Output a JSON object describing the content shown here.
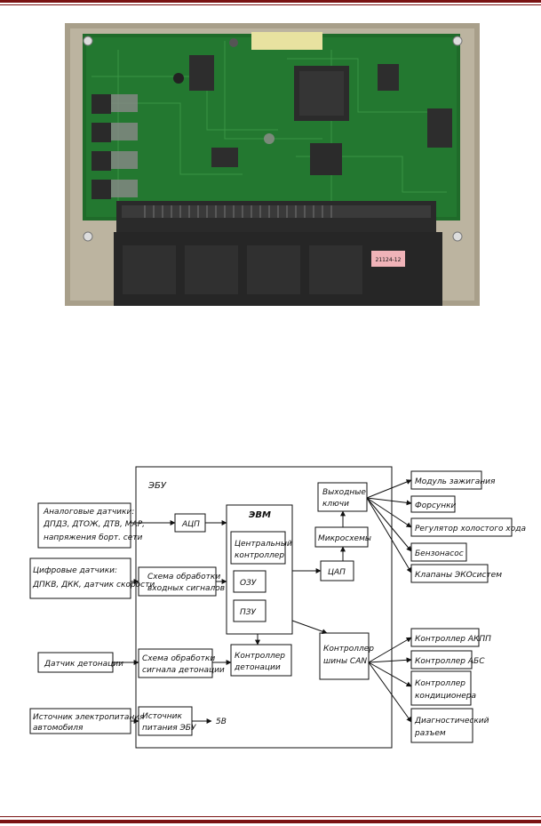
{
  "photo": {
    "label_sticker": "21124-12"
  },
  "diagram": {
    "ecu_title": "ЭБУ",
    "evm_title": "ЭВМ",
    "inputs": {
      "analog_line1": "Аналоговые датчики:",
      "analog_line2": "ДПДЗ, ДТОЖ, ДТВ, МАР,",
      "analog_line3": "напряжения борт. сети",
      "digital_line1": "Цифровые датчики:",
      "digital_line2": "ДПКВ, ДКК, датчик скорости",
      "knock_sensor": "Датчик детонации",
      "power_line1": "Источник электропитания",
      "power_line2": "автомобиля"
    },
    "blocks": {
      "adc": "АЦП",
      "input_proc_line1": "Схема обработки",
      "input_proc_line2": "входных сигналов",
      "knock_proc_line1": "Схема обработки",
      "knock_proc_line2": "сигнала детонации",
      "ecu_power_line1": "Источник",
      "ecu_power_line2": "питания ЭБУ",
      "voltage_5v": "5В",
      "cpu_line1": "Центральный",
      "cpu_line2": "контроллер",
      "ram": "ОЗУ",
      "rom": "ПЗУ",
      "knock_ctrl_line1": "Контроллер",
      "knock_ctrl_line2": "детонации",
      "output_keys_line1": "Выходные",
      "output_keys_line2": "ключи",
      "chips": "Микросхемы",
      "dac": "ЦАП",
      "can_line1": "Контроллер",
      "can_line2": "шины CAN"
    },
    "outputs_top": [
      "Модуль зажигания",
      "Форсунки",
      "Регулятор холостого хода",
      "Бензонасос",
      "Клапаны ЭКОсистем"
    ],
    "outputs_bottom": {
      "akpp": "Контроллер АКПП",
      "abs": "Контроллер АБС",
      "ac_line1": "Контроллер",
      "ac_line2": "кондиционера",
      "diag_line1": "Диагностический",
      "diag_line2": "разъем"
    }
  }
}
